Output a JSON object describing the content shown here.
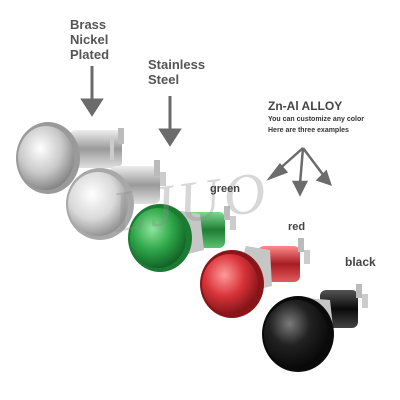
{
  "labels": {
    "brass": [
      "Brass",
      "Nickel",
      "Plated"
    ],
    "steel": [
      "Stainless",
      "Steel"
    ],
    "znal": "Zn-Al ALLOY",
    "znal_sub1": "You can customize any color",
    "znal_sub2": "Here are three examples",
    "green": "green",
    "red": "red",
    "black": "black"
  },
  "watermark": "LJUO",
  "colors": {
    "nickel": "#c8c8c8",
    "steel": "#d8d8d8",
    "green": "#2fa84a",
    "red": "#d9343a",
    "black": "#1a1a1a",
    "arrow": "#6b6b6b"
  }
}
